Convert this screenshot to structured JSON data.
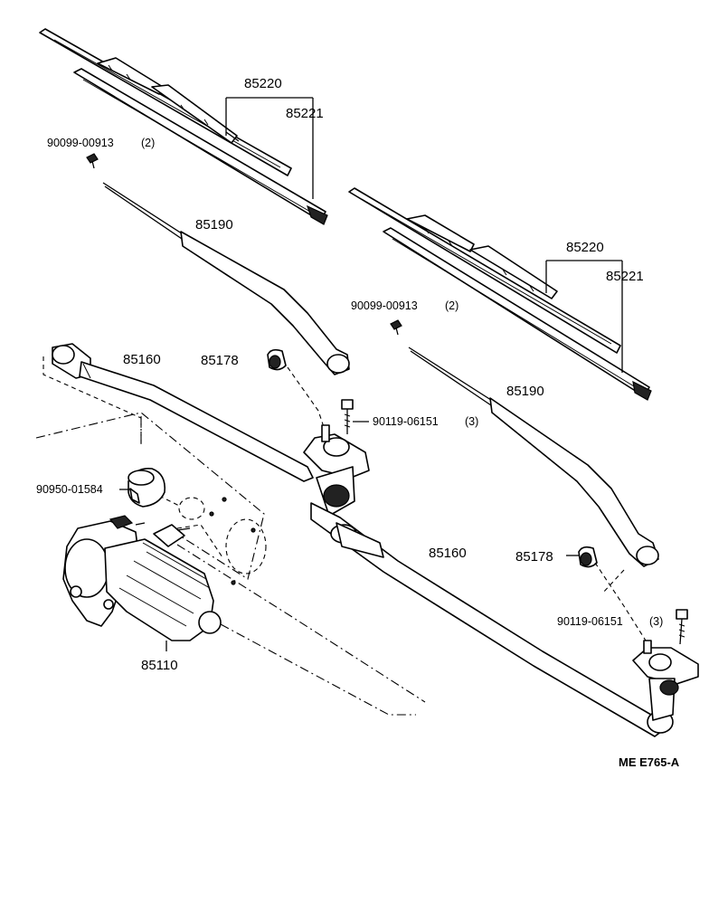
{
  "parts": {
    "blade_assembly_left": "85220",
    "blade_insert_left": "85221",
    "screw_left": "90099-00913",
    "screw_left_qty": "(2)",
    "arm_left": "85190",
    "link_left": "85160",
    "cap_left": "85178",
    "bolt_center": "90119-06151",
    "bolt_center_qty": "(3)",
    "plug": "90950-01584",
    "motor": "85110",
    "blade_assembly_right": "85220",
    "blade_insert_right": "85221",
    "screw_right": "90099-00913",
    "screw_right_qty": "(2)",
    "arm_right": "85190",
    "link_right": "85160",
    "cap_right": "85178",
    "bolt_right": "90119-06151",
    "bolt_right_qty": "(3)"
  },
  "reference": "ME  E765-A"
}
